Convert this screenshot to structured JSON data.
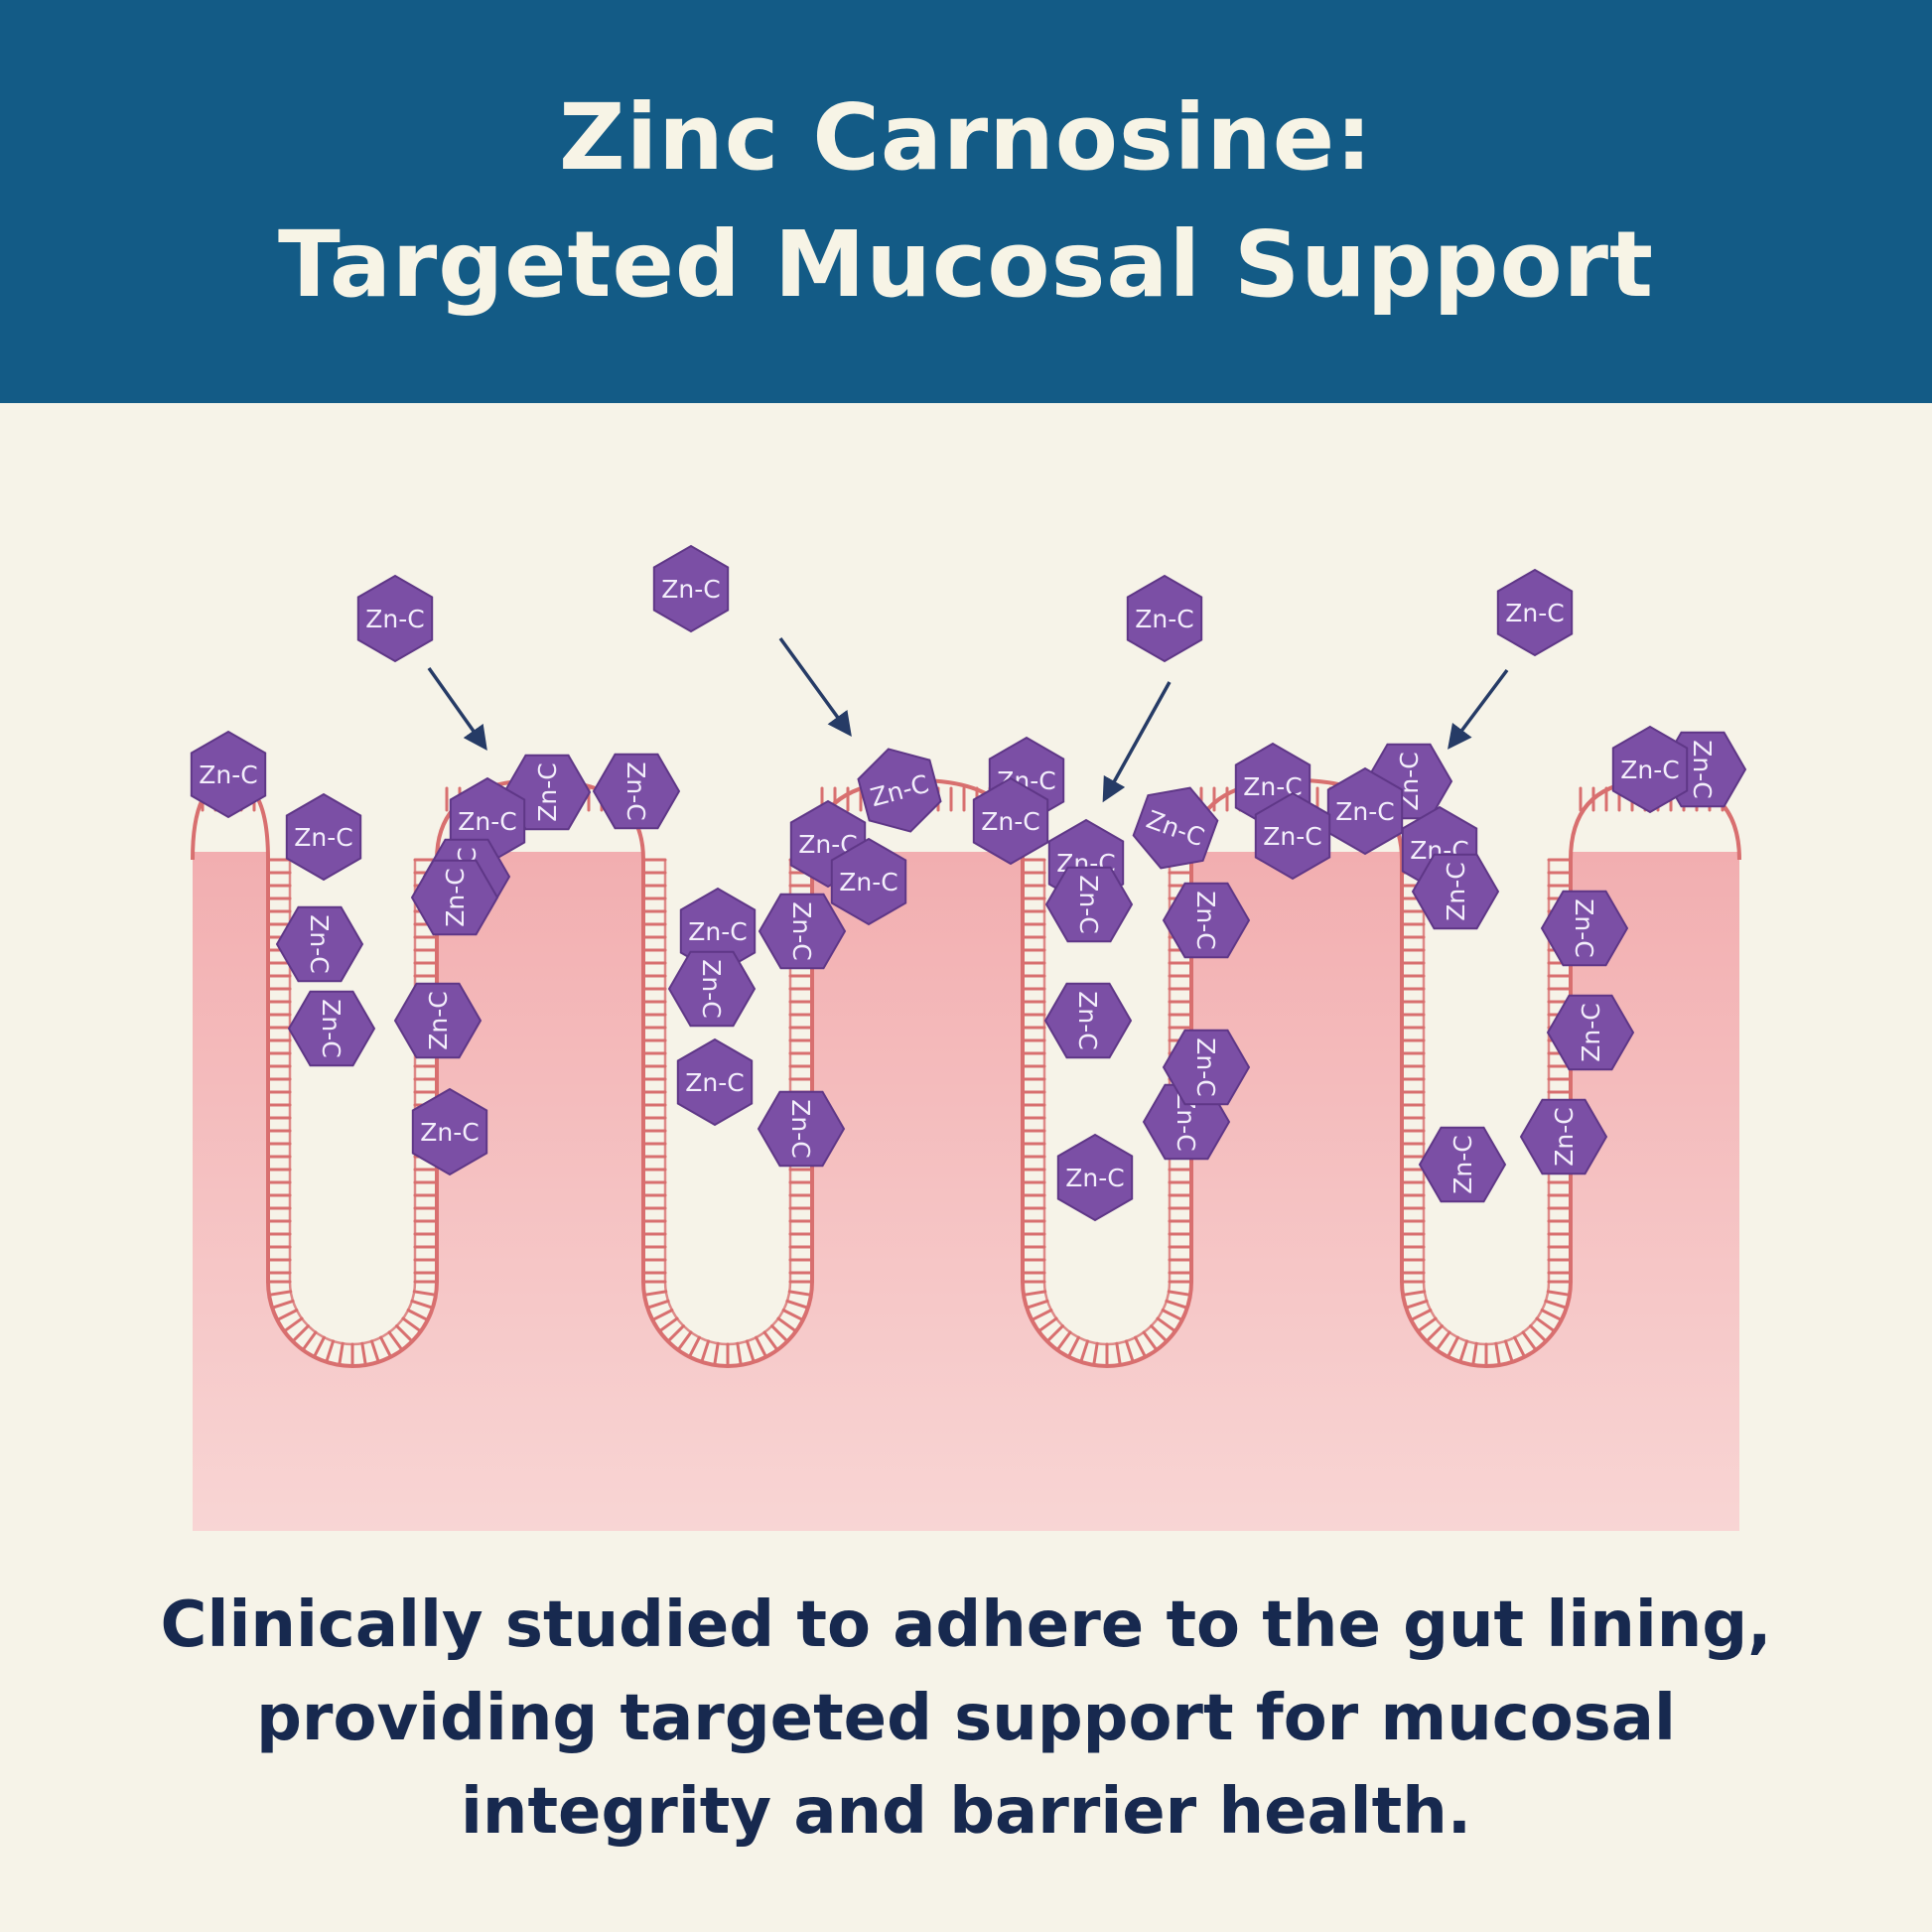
{
  "header": {
    "title_line_1": "Zinc Carnosine:",
    "title_line_2": "Targeted Mucosal Support"
  },
  "diagram": {
    "molecule_label": "Zn-C",
    "molecule_count": 45,
    "arrow_count": 4,
    "villus_count": 4,
    "colors": {
      "molecule_fill": "#7b4fa5",
      "molecule_stroke": "#5f3787",
      "tissue_top": "#f3b1b3",
      "tissue_bottom": "#f7d3d3",
      "membrane": "#d86f6f",
      "arrow": "#263b66"
    }
  },
  "caption": {
    "line_1": "Clinically studied to adhere to the gut lining,",
    "line_2": "providing targeted support for mucosal",
    "line_3": "integrity and barrier health."
  }
}
